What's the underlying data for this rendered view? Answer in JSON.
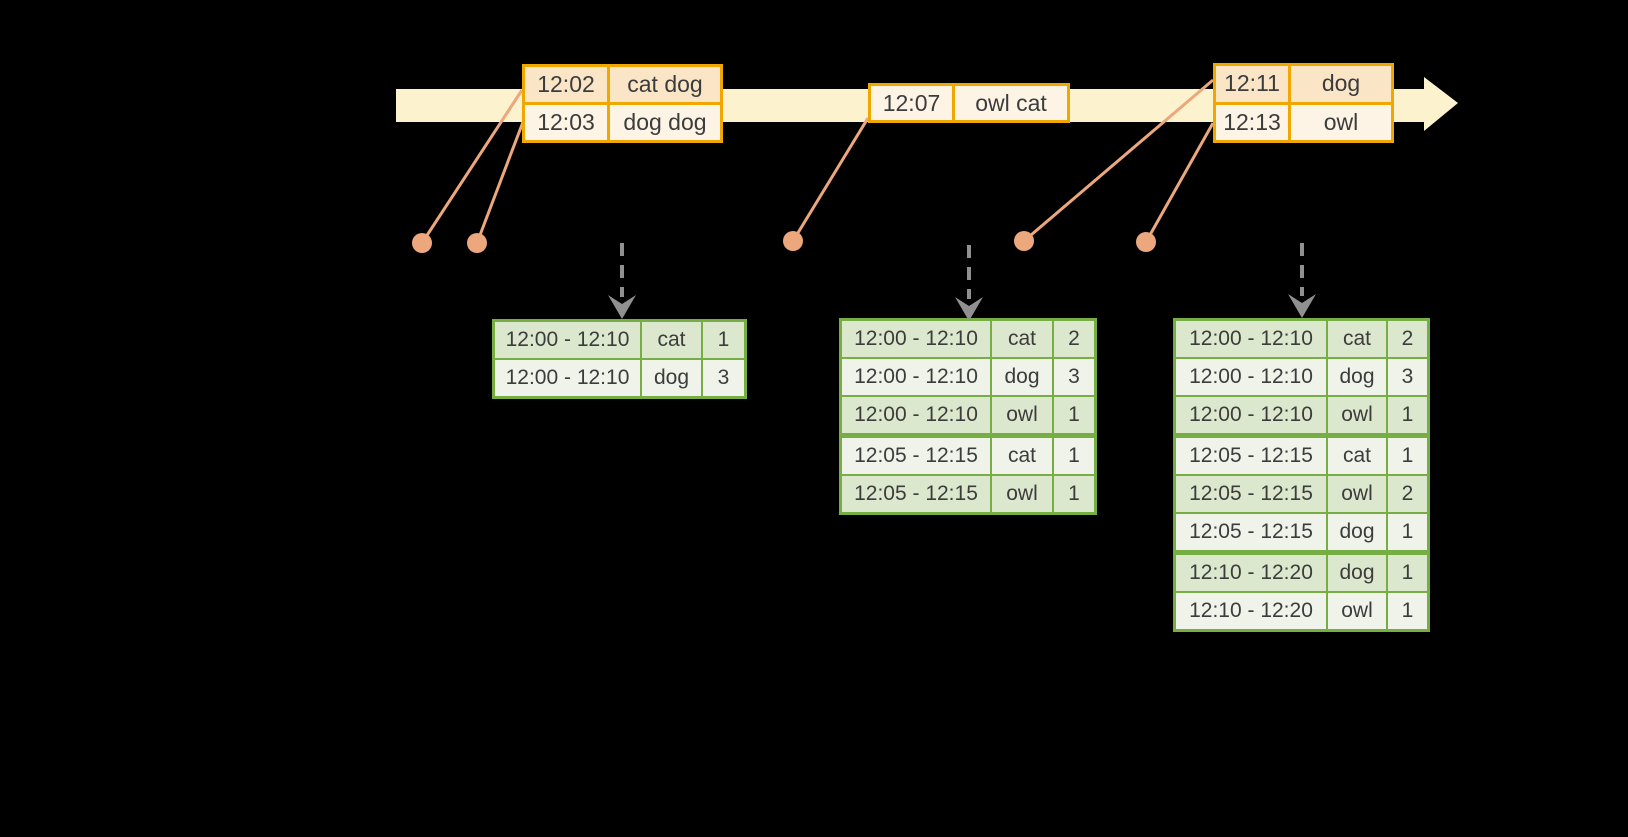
{
  "timeline": {
    "event_boxes": [
      {
        "rows": [
          {
            "time": "12:02",
            "words": "cat dog"
          },
          {
            "time": "12:03",
            "words": "dog dog"
          }
        ]
      },
      {
        "rows": [
          {
            "time": "12:07",
            "words": "owl cat"
          }
        ]
      },
      {
        "rows": [
          {
            "time": "12:11",
            "words": "dog"
          },
          {
            "time": "12:13",
            "words": "owl"
          }
        ]
      }
    ]
  },
  "result_tables": [
    {
      "rows": [
        {
          "window": "12:00 - 12:10",
          "word": "cat",
          "count": "1"
        },
        {
          "window": "12:00 - 12:10",
          "word": "dog",
          "count": "3"
        }
      ]
    },
    {
      "rows": [
        {
          "window": "12:00 - 12:10",
          "word": "cat",
          "count": "2"
        },
        {
          "window": "12:00 - 12:10",
          "word": "dog",
          "count": "3"
        },
        {
          "window": "12:00 - 12:10",
          "word": "owl",
          "count": "1"
        },
        {
          "window": "12:05 - 12:15",
          "word": "cat",
          "count": "1"
        },
        {
          "window": "12:05 - 12:15",
          "word": "owl",
          "count": "1"
        }
      ]
    },
    {
      "rows": [
        {
          "window": "12:00 - 12:10",
          "word": "cat",
          "count": "2"
        },
        {
          "window": "12:00 - 12:10",
          "word": "dog",
          "count": "3"
        },
        {
          "window": "12:00 - 12:10",
          "word": "owl",
          "count": "1"
        },
        {
          "window": "12:05 - 12:15",
          "word": "cat",
          "count": "1"
        },
        {
          "window": "12:05 - 12:15",
          "word": "owl",
          "count": "2"
        },
        {
          "window": "12:05 - 12:15",
          "word": "dog",
          "count": "1"
        },
        {
          "window": "12:10 - 12:20",
          "word": "dog",
          "count": "1"
        },
        {
          "window": "12:10 - 12:20",
          "word": "owl",
          "count": "1"
        }
      ]
    }
  ],
  "colors": {
    "background": "#000000",
    "timeline_bar": "#fcf2cd",
    "event_border": "#f0a800",
    "event_row_dark": "#fae5c6",
    "event_row_light": "#fdf4e6",
    "connector": "#eda77d",
    "arrow_gray": "#909090",
    "table_border": "#77ae44",
    "table_row_dark": "#dce8cd",
    "table_row_light": "#eff3e9",
    "text": "#3c3c3c"
  }
}
